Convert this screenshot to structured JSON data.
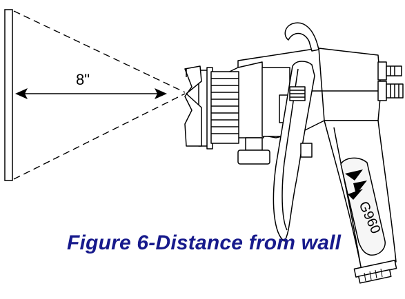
{
  "figure": {
    "distance_label": "8\"",
    "model_label": "G960",
    "caption": "Figure 6-Distance from wall",
    "caption_color": "#171a8c",
    "line_color": "#000000"
  }
}
